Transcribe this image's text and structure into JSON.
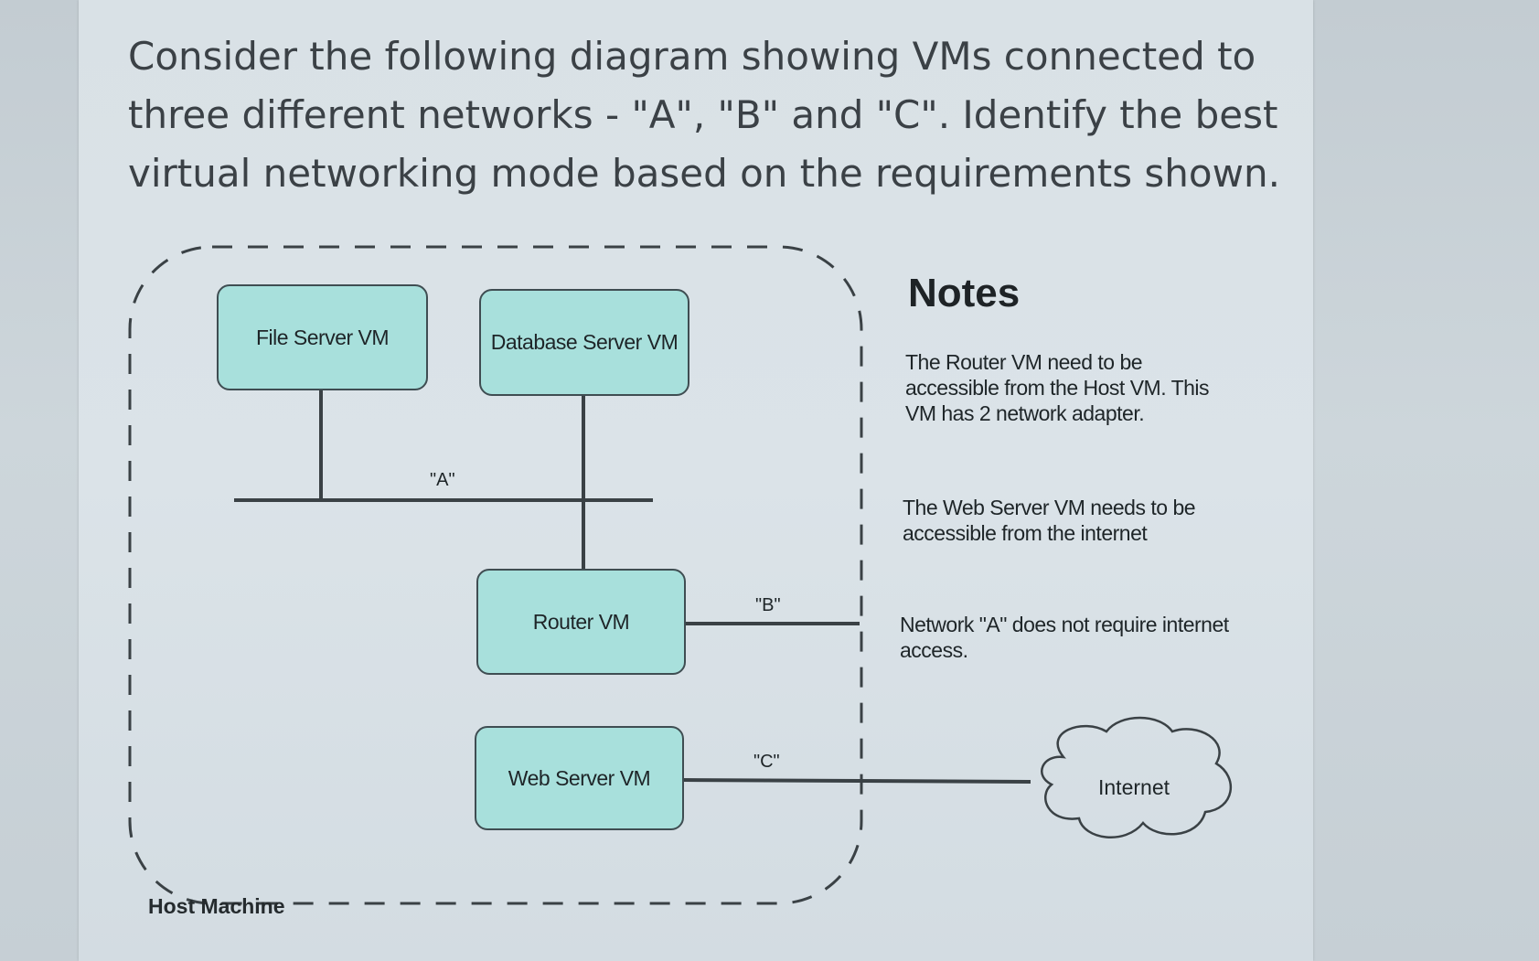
{
  "question": "Consider the following diagram showing VMs connected to three different networks - \"A\", \"B\" and \"C\".  Identify the best virtual networking mode based on the requirements shown.",
  "diagram": {
    "host_label": "Host Machine",
    "vms": {
      "file_server": "File Server VM",
      "database_server": "Database Server VM",
      "router": "Router VM",
      "web_server": "Web Server VM"
    },
    "networks": {
      "a": "\"A\"",
      "b": "\"B\"",
      "c": "\"C\""
    },
    "internet": "Internet"
  },
  "notes": {
    "title": "Notes",
    "items": [
      "The Router VM need to be accessible from the Host VM. This VM has 2 network adapter.",
      "The Web Server VM needs to be accessible from the internet",
      "Network \"A\" does not require internet access."
    ]
  },
  "colors": {
    "vm_box_fill": "#a8e0dc",
    "line": "#3a4145"
  }
}
